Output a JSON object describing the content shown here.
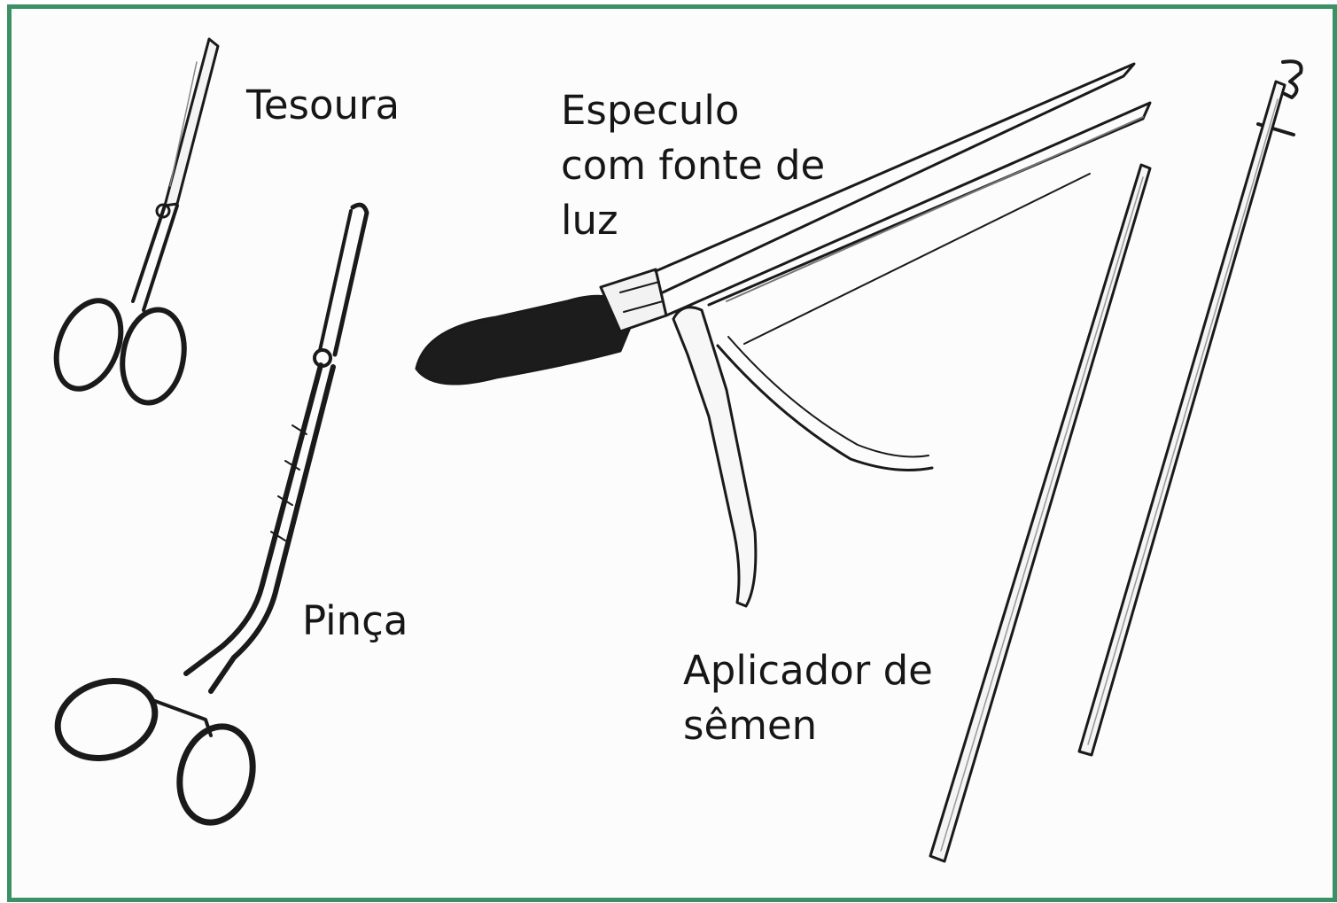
{
  "labels": {
    "scissors": "Tesoura",
    "speculum": [
      "Especulo",
      "com fonte de",
      "luz"
    ],
    "forceps": "Pinça",
    "applicator": [
      "Aplicador de",
      "sêmen"
    ]
  },
  "icons": [
    "scissors-icon",
    "forceps-icon",
    "speculum-icon",
    "semen-applicator-icon",
    "applicator-rod-icon"
  ],
  "colors": {
    "border": "#3a9166",
    "ink": "#1a1a1a",
    "background": "#fcfcfc"
  }
}
